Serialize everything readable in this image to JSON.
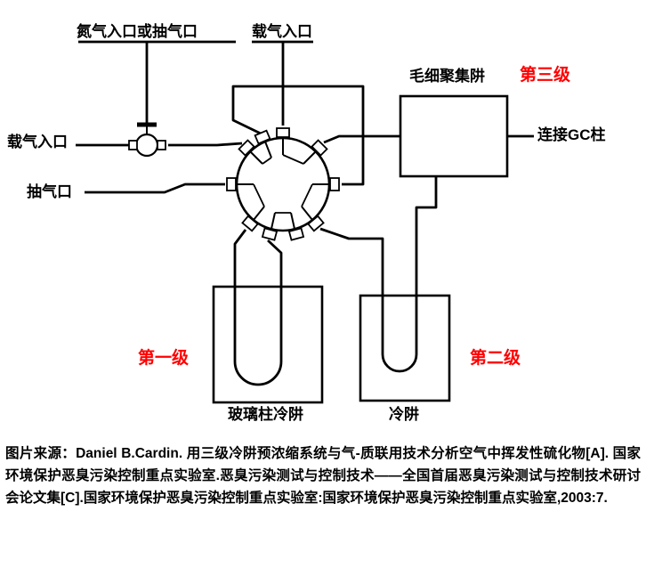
{
  "colors": {
    "stage_red": "#ff0000",
    "line": "#000000"
  },
  "labels": {
    "nitrogen_inlet": "氮气入口或抽气口",
    "carrier_gas_top": "载气入口",
    "carrier_gas_left": "载气入口",
    "pump_port": "抽气口",
    "capillary_trap": "毛细聚集阱",
    "stage3": "第三级",
    "gc_column": "连接GC柱",
    "stage1": "第一级",
    "stage2": "第二级",
    "glass_trap": "玻璃柱冷阱",
    "cold_trap": "冷阱"
  },
  "caption": "图片来源：Daniel B.Cardin. 用三级冷阱预浓缩系统与气-质联用技术分析空气中挥发性硫化物[A]. 国家环境保护恶臭污染控制重点实验室.恶臭污染测试与控制技术——全国首届恶臭污染测试与控制技术研讨会论文集[C].国家环境保护恶臭污染控制重点实验室:国家环境保护恶臭污染控制重点实验室,2003:7."
}
